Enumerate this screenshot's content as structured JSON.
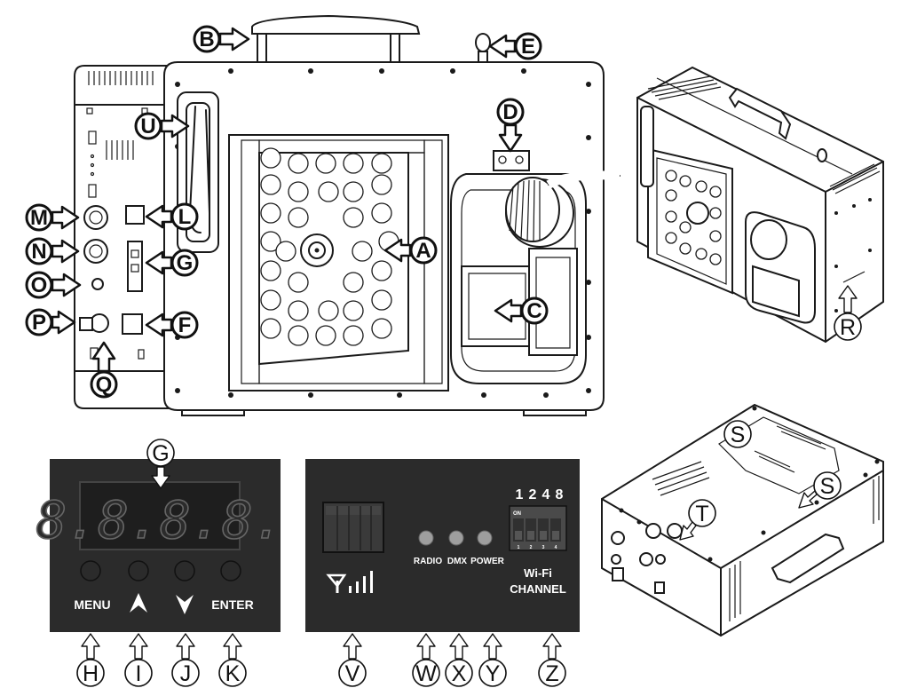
{
  "callouts": {
    "A": "A",
    "B": "B",
    "C": "C",
    "D": "D",
    "E": "E",
    "F": "F",
    "G": "G",
    "L": "L",
    "M": "M",
    "N": "N",
    "O": "O",
    "P": "P",
    "Q": "Q",
    "R": "R",
    "S": "S",
    "T": "T",
    "U": "U",
    "H": "H",
    "I": "I",
    "J": "J",
    "K": "K",
    "V": "V",
    "W": "W",
    "X": "X",
    "Y": "Y",
    "Z": "Z"
  },
  "control_panel": {
    "display_text": "8.8.8.8.",
    "menu_label": "MENU",
    "enter_label": "ENTER",
    "up_icon": "up-arrow-icon",
    "down_icon": "down-arrow-icon"
  },
  "wireless_panel": {
    "led_labels": [
      "RADIO",
      "DMX",
      "POWER"
    ],
    "dip_numbers": [
      "1",
      "2",
      "4",
      "8"
    ],
    "dip_on_label": "ON",
    "dip_switch_numbers": [
      "1",
      "2",
      "3",
      "4"
    ],
    "channel_label_1": "Wi-Fi",
    "channel_label_2": "CHANNEL",
    "signal_icon": "antenna-signal-icon"
  },
  "colors": {
    "panel_bg": "#2b2b2b",
    "led_grey": "#9e9e9e",
    "outline": "#1a1a1a"
  }
}
